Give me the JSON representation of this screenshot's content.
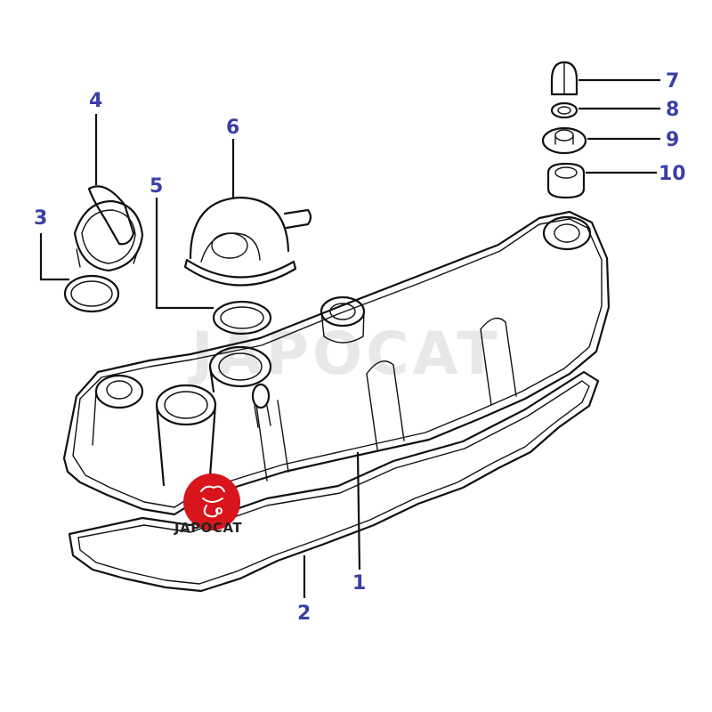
{
  "watermark_text": "JAPOCAT",
  "logo": {
    "brand": "JAPOCAT",
    "badge_color": "#d8141c"
  },
  "callouts": [
    {
      "id": "1",
      "label": "1"
    },
    {
      "id": "2",
      "label": "2"
    },
    {
      "id": "3",
      "label": "3"
    },
    {
      "id": "4",
      "label": "4"
    },
    {
      "id": "5",
      "label": "5"
    },
    {
      "id": "6",
      "label": "6"
    },
    {
      "id": "7",
      "label": "7"
    },
    {
      "id": "8",
      "label": "8"
    },
    {
      "id": "9",
      "label": "9"
    },
    {
      "id": "10",
      "label": "10"
    }
  ],
  "colors": {
    "callout": "#3a3fa8",
    "line": "#111111",
    "watermark": "#e8e8e8"
  }
}
